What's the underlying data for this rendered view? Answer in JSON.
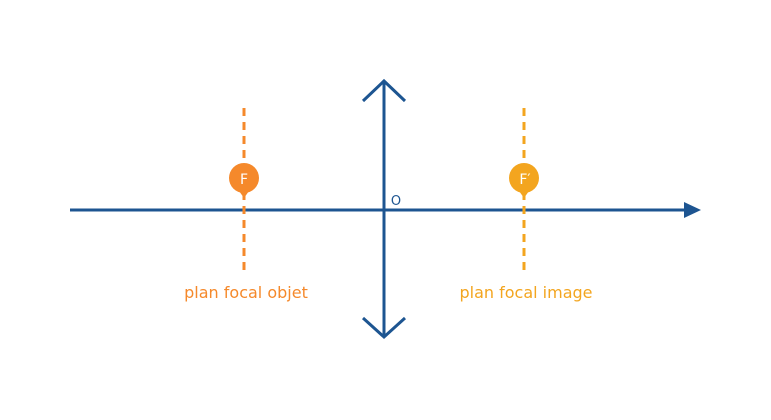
{
  "diagram": {
    "colors": {
      "axis": "#1d5591",
      "focal_object": "#f5892b",
      "focal_image": "#f3a51f"
    },
    "center_label": "O",
    "focal_object": {
      "point_label": "F",
      "plane_label": "plan focal objet"
    },
    "focal_image": {
      "point_label": "F′",
      "plane_label": "plan focal image"
    }
  }
}
